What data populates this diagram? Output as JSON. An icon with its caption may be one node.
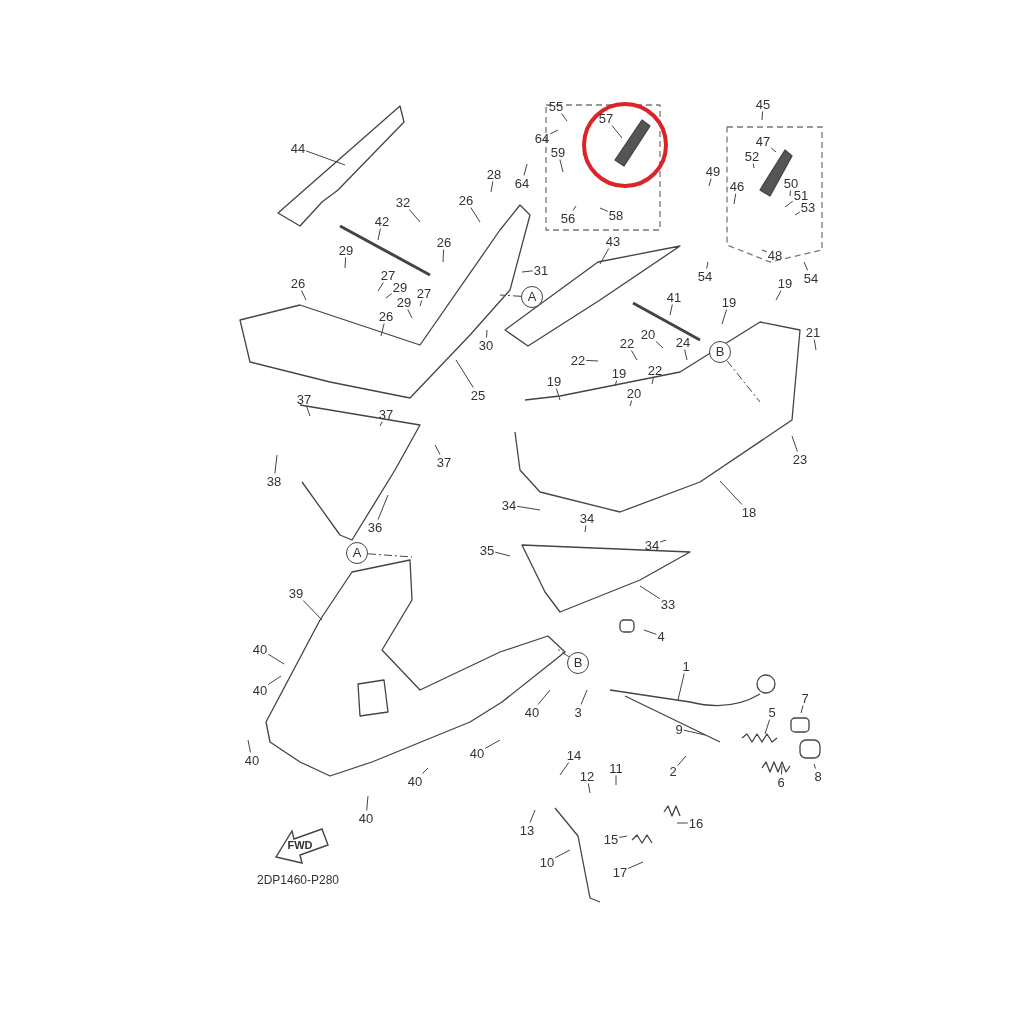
{
  "diagram": {
    "nodes": [
      {
        "text": [
          "44"
        ]
      },
      {
        "text": [
          "32"
        ]
      },
      {
        "text": [
          "42"
        ]
      },
      {
        "text": [
          "29"
        ]
      },
      {
        "text": [
          "26"
        ]
      },
      {
        "text": [
          "27"
        ]
      },
      {
        "text": [
          "29"
        ]
      },
      {
        "text": [
          "27"
        ]
      },
      {
        "text": [
          "29"
        ]
      },
      {
        "text": [
          "26"
        ]
      },
      {
        "text": [
          "26"
        ]
      },
      {
        "text": [
          "28"
        ]
      },
      {
        "text": [
          "26"
        ]
      },
      {
        "text": [
          "31"
        ]
      },
      {
        "text": [
          "30"
        ]
      },
      {
        "text": [
          "25"
        ]
      },
      {
        "text": [
          "64"
        ]
      },
      {
        "text": [
          "64"
        ]
      },
      {
        "text": [
          "55"
        ]
      },
      {
        "text": [
          "59"
        ]
      },
      {
        "text": [
          "57"
        ]
      },
      {
        "text": [
          "56"
        ]
      },
      {
        "text": [
          "58"
        ]
      },
      {
        "text": [
          "45"
        ]
      },
      {
        "text": [
          "47"
        ]
      },
      {
        "text": [
          "52"
        ]
      },
      {
        "text": [
          "49"
        ]
      },
      {
        "text": [
          "46"
        ]
      },
      {
        "text": [
          "50"
        ]
      },
      {
        "text": [
          "51"
        ]
      },
      {
        "text": [
          "53"
        ]
      },
      {
        "text": [
          "48"
        ]
      },
      {
        "text": [
          "54"
        ]
      },
      {
        "text": [
          "54"
        ]
      },
      {
        "text": [
          "43"
        ]
      },
      {
        "text": [
          "41"
        ]
      },
      {
        "text": [
          "19"
        ]
      },
      {
        "text": [
          "19"
        ]
      },
      {
        "text": [
          "21"
        ]
      },
      {
        "text": [
          "20"
        ]
      },
      {
        "text": [
          "24"
        ]
      },
      {
        "text": [
          "22"
        ]
      },
      {
        "text": [
          "22"
        ]
      },
      {
        "text": [
          "22"
        ]
      },
      {
        "text": [
          "19"
        ]
      },
      {
        "text": [
          "20"
        ]
      },
      {
        "text": [
          "19"
        ]
      },
      {
        "text": [
          "23"
        ]
      },
      {
        "text": [
          "18"
        ]
      },
      {
        "text": [
          "37"
        ]
      },
      {
        "text": [
          "37"
        ]
      },
      {
        "text": [
          "37"
        ]
      },
      {
        "text": [
          "38"
        ]
      },
      {
        "text": [
          "36"
        ]
      },
      {
        "text": [
          "34"
        ]
      },
      {
        "text": [
          "34"
        ]
      },
      {
        "text": [
          "34"
        ]
      },
      {
        "text": [
          "35"
        ]
      },
      {
        "text": [
          "33"
        ]
      },
      {
        "text": [
          "4"
        ]
      },
      {
        "text": [
          "39"
        ]
      },
      {
        "text": [
          "1"
        ]
      },
      {
        "text": [
          "40"
        ]
      },
      {
        "text": [
          "40"
        ]
      },
      {
        "text": [
          "40"
        ]
      },
      {
        "text": [
          "40"
        ]
      },
      {
        "text": [
          "40"
        ]
      },
      {
        "text": [
          "40"
        ]
      },
      {
        "text": [
          "40"
        ]
      },
      {
        "text": [
          "3"
        ]
      },
      {
        "text": [
          "9"
        ]
      },
      {
        "text": [
          "5"
        ]
      },
      {
        "text": [
          "7"
        ]
      },
      {
        "text": [
          "2"
        ]
      },
      {
        "text": [
          "6"
        ]
      },
      {
        "text": [
          "8"
        ]
      },
      {
        "text": [
          "14"
        ]
      },
      {
        "text": [
          "12"
        ]
      },
      {
        "text": [
          "11"
        ]
      },
      {
        "text": [
          "16"
        ]
      },
      {
        "text": [
          "13"
        ]
      },
      {
        "text": [
          "15"
        ]
      },
      {
        "text": [
          "10"
        ]
      },
      {
        "text": [
          "17"
        ]
      },
      {
        "text": [
          "A"
        ]
      },
      {
        "text": [
          "A"
        ]
      },
      {
        "text": [
          "B"
        ]
      },
      {
        "text": [
          "B"
        ]
      },
      {
        "text": [
          "FWD"
        ]
      }
    ],
    "edges": [
      {
        "from": 0,
        "to": null,
        "arrow": "none"
      },
      {
        "from": 1,
        "to": null,
        "arrow": "none"
      },
      {
        "from": 2,
        "to": null,
        "arrow": "none"
      },
      {
        "from": 3,
        "to": null,
        "arrow": "none"
      },
      {
        "from": 4,
        "to": null,
        "arrow": "none"
      },
      {
        "from": 5,
        "to": null,
        "arrow": "none"
      },
      {
        "from": 6,
        "to": null,
        "arrow": "none"
      },
      {
        "from": 7,
        "to": null,
        "arrow": "none"
      },
      {
        "from": 8,
        "to": null,
        "arrow": "none"
      },
      {
        "from": 9,
        "to": null,
        "arrow": "none"
      },
      {
        "from": 10,
        "to": null,
        "arrow": "none"
      },
      {
        "from": 11,
        "to": null,
        "arrow": "none"
      },
      {
        "from": 12,
        "to": null,
        "arrow": "none"
      },
      {
        "from": 13,
        "to": null,
        "arrow": "none"
      },
      {
        "from": 14,
        "to": null,
        "arrow": "none"
      },
      {
        "from": 15,
        "to": null,
        "arrow": "none"
      },
      {
        "from": 16,
        "to": null,
        "arrow": "none"
      },
      {
        "from": 17,
        "to": null,
        "arrow": "none"
      },
      {
        "from": 18,
        "to": null,
        "arrow": "none"
      },
      {
        "from": 19,
        "to": null,
        "arrow": "none"
      },
      {
        "from": 20,
        "to": null,
        "arrow": "none"
      },
      {
        "from": 21,
        "to": null,
        "arrow": "none"
      },
      {
        "from": 22,
        "to": null,
        "arrow": "none"
      },
      {
        "from": 23,
        "to": null,
        "arrow": "none"
      },
      {
        "from": 24,
        "to": null,
        "arrow": "none"
      },
      {
        "from": 25,
        "to": null,
        "arrow": "none"
      },
      {
        "from": 26,
        "to": null,
        "arrow": "none"
      },
      {
        "from": 27,
        "to": null,
        "arrow": "none"
      },
      {
        "from": 28,
        "to": null,
        "arrow": "none"
      },
      {
        "from": 29,
        "to": null,
        "arrow": "none"
      },
      {
        "from": 30,
        "to": null,
        "arrow": "none"
      },
      {
        "from": 31,
        "to": null,
        "arrow": "none"
      },
      {
        "from": 32,
        "to": null,
        "arrow": "none"
      },
      {
        "from": 33,
        "to": null,
        "arrow": "none"
      },
      {
        "from": 34,
        "to": null,
        "arrow": "none"
      },
      {
        "from": 35,
        "to": null,
        "arrow": "none"
      },
      {
        "from": 36,
        "to": null,
        "arrow": "none"
      },
      {
        "from": 37,
        "to": null,
        "arrow": "none"
      },
      {
        "from": 38,
        "to": null,
        "arrow": "none"
      },
      {
        "from": 39,
        "to": null,
        "arrow": "none"
      },
      {
        "from": 40,
        "to": null,
        "arrow": "none"
      },
      {
        "from": 41,
        "to": null,
        "arrow": "none"
      },
      {
        "from": 42,
        "to": null,
        "arrow": "none"
      },
      {
        "from": 43,
        "to": null,
        "arrow": "none"
      },
      {
        "from": 44,
        "to": null,
        "arrow": "none"
      },
      {
        "from": 45,
        "to": null,
        "arrow": "none"
      },
      {
        "from": 46,
        "to": null,
        "arrow": "none"
      },
      {
        "from": 47,
        "to": null,
        "arrow": "none"
      },
      {
        "from": 48,
        "to": null,
        "arrow": "none"
      },
      {
        "from": 49,
        "to": null,
        "arrow": "none"
      },
      {
        "from": 50,
        "to": null,
        "arrow": "none"
      },
      {
        "from": 51,
        "to": null,
        "arrow": "none"
      },
      {
        "from": 52,
        "to": null,
        "arrow": "none"
      },
      {
        "from": 53,
        "to": null,
        "arrow": "none"
      },
      {
        "from": 54,
        "to": null,
        "arrow": "none"
      },
      {
        "from": 55,
        "to": null,
        "arrow": "none"
      },
      {
        "from": 56,
        "to": null,
        "arrow": "none"
      },
      {
        "from": 57,
        "to": null,
        "arrow": "none"
      },
      {
        "from": 58,
        "to": null,
        "arrow": "none"
      },
      {
        "from": 59,
        "to": null,
        "arrow": "none"
      },
      {
        "from": 60,
        "to": null,
        "arrow": "none"
      },
      {
        "from": 61,
        "to": null,
        "arrow": "none"
      },
      {
        "from": 62,
        "to": null,
        "arrow": "none"
      },
      {
        "from": 63,
        "to": null,
        "arrow": "none"
      },
      {
        "from": 64,
        "to": null,
        "arrow": "none"
      },
      {
        "from": 65,
        "to": null,
        "arrow": "none"
      },
      {
        "from": 66,
        "to": null,
        "arrow": "none"
      },
      {
        "from": 67,
        "to": null,
        "arrow": "none"
      },
      {
        "from": 68,
        "to": null,
        "arrow": "none"
      },
      {
        "from": 69,
        "to": null,
        "arrow": "none"
      },
      {
        "from": 70,
        "to": null,
        "arrow": "none"
      },
      {
        "from": 71,
        "to": null,
        "arrow": "none"
      },
      {
        "from": 72,
        "to": null,
        "arrow": "none"
      },
      {
        "from": 73,
        "to": null,
        "arrow": "none"
      },
      {
        "from": 74,
        "to": null,
        "arrow": "none"
      },
      {
        "from": 75,
        "to": null,
        "arrow": "none"
      },
      {
        "from": 76,
        "to": null,
        "arrow": "none"
      },
      {
        "from": 77,
        "to": null,
        "arrow": "none"
      },
      {
        "from": 78,
        "to": null,
        "arrow": "none"
      },
      {
        "from": 79,
        "to": null,
        "arrow": "none"
      },
      {
        "from": 80,
        "to": null,
        "arrow": "none"
      },
      {
        "from": 81,
        "to": null,
        "arrow": "none"
      },
      {
        "from": 82,
        "to": null,
        "arrow": "none"
      },
      {
        "from": 83,
        "to": null,
        "arrow": "none"
      },
      {
        "from": 84,
        "to": null,
        "arrow": "none",
        "style": "dashed"
      },
      {
        "from": 85,
        "to": null,
        "arrow": "none",
        "style": "dashed"
      },
      {
        "from": 86,
        "to": null,
        "arrow": "none",
        "style": "dashed"
      },
      {
        "from": 87,
        "to": null,
        "arrow": "none",
        "style": "dashed"
      }
    ],
    "labels": [
      "2DP1460-P280"
    ]
  }
}
